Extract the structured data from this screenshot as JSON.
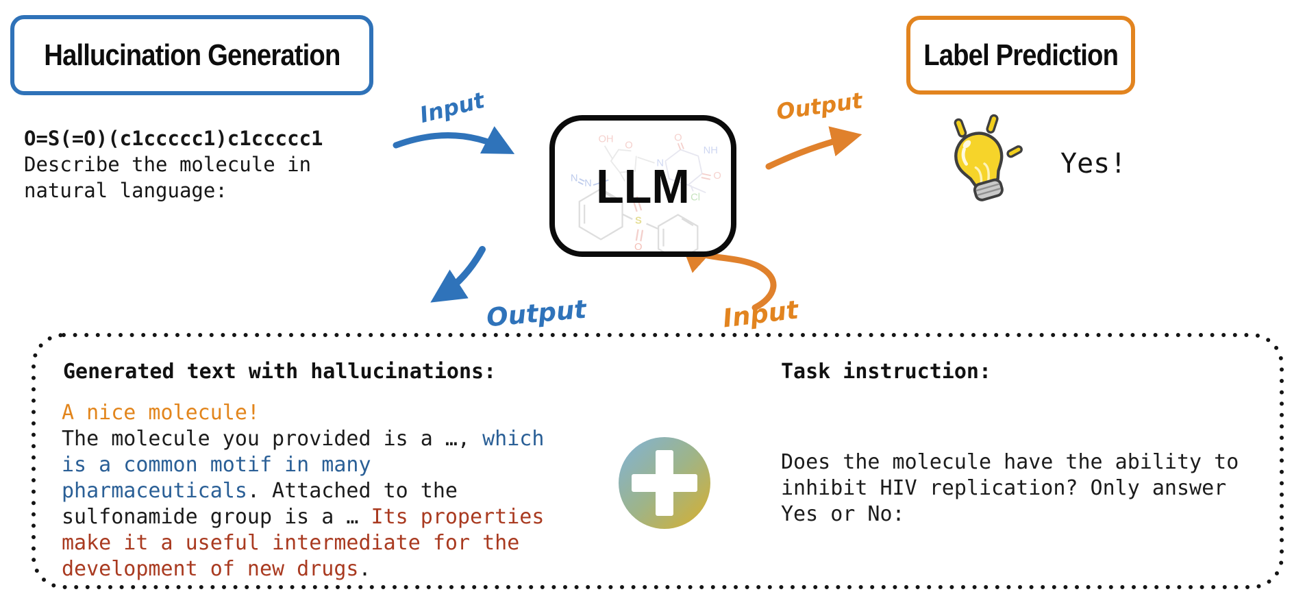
{
  "header": {
    "hallucination_title": "Hallucination Generation",
    "label_prediction_title": "Label Prediction"
  },
  "prompt": {
    "smiles": "O=S(=O)(c1ccccc1)c1ccccc1",
    "line2": "Describe the molecule in",
    "line3": "natural language:"
  },
  "llm": {
    "label": "LLM",
    "molecule_atoms": {
      "oh": "OH",
      "ring_o": "O",
      "carbonyl_o1": "O",
      "nh": "NH",
      "carbonyl_o2": "O",
      "ring_n": "N",
      "cl": "Cl",
      "azide_n1": "N",
      "azide_n2": "N",
      "s": "S",
      "sulfone_o": "O"
    }
  },
  "arrows": {
    "blue_input_label": "Input",
    "blue_output_label": "Output",
    "orange_output_label": "Output",
    "orange_input_label": "Input"
  },
  "result": {
    "text": "Yes!"
  },
  "bottom": {
    "generated": {
      "title": "Generated text with hallucinations:",
      "segments": [
        {
          "text": "A nice molecule!",
          "color": "orange",
          "break_after": true
        },
        {
          "text": "The molecule you provided is a …, ",
          "color": "black"
        },
        {
          "text": "which is a common motif in many pharmaceuticals",
          "color": "blue"
        },
        {
          "text": ". Attached to the sulfonamide group is a … ",
          "color": "black"
        },
        {
          "text": "Its properties make it a useful intermediate for the development of new drugs",
          "color": "red"
        },
        {
          "text": ".",
          "color": "black"
        }
      ]
    },
    "task": {
      "title": "Task instruction:",
      "body": "Does the molecule have the ability to inhibit HIV replication? Only answer Yes or No:"
    }
  },
  "icons": [
    "lightbulb-icon",
    "plus-icon",
    "molecule-icon",
    "blue-input-arrow",
    "blue-output-arrow",
    "orange-input-arrow",
    "orange-output-arrow"
  ],
  "colors": {
    "blue_accent": "#2F72B8",
    "orange_accent": "#E2841F",
    "paragraph_orange": "#E2851C",
    "paragraph_blue": "#2A5F96",
    "paragraph_red": "#A93A20",
    "text_black": "#1B1B1B",
    "plus_gradient_start": "#7FB2D9",
    "plus_gradient_end": "#D9AF2B",
    "bulb_yellow": "#F6D42A"
  }
}
